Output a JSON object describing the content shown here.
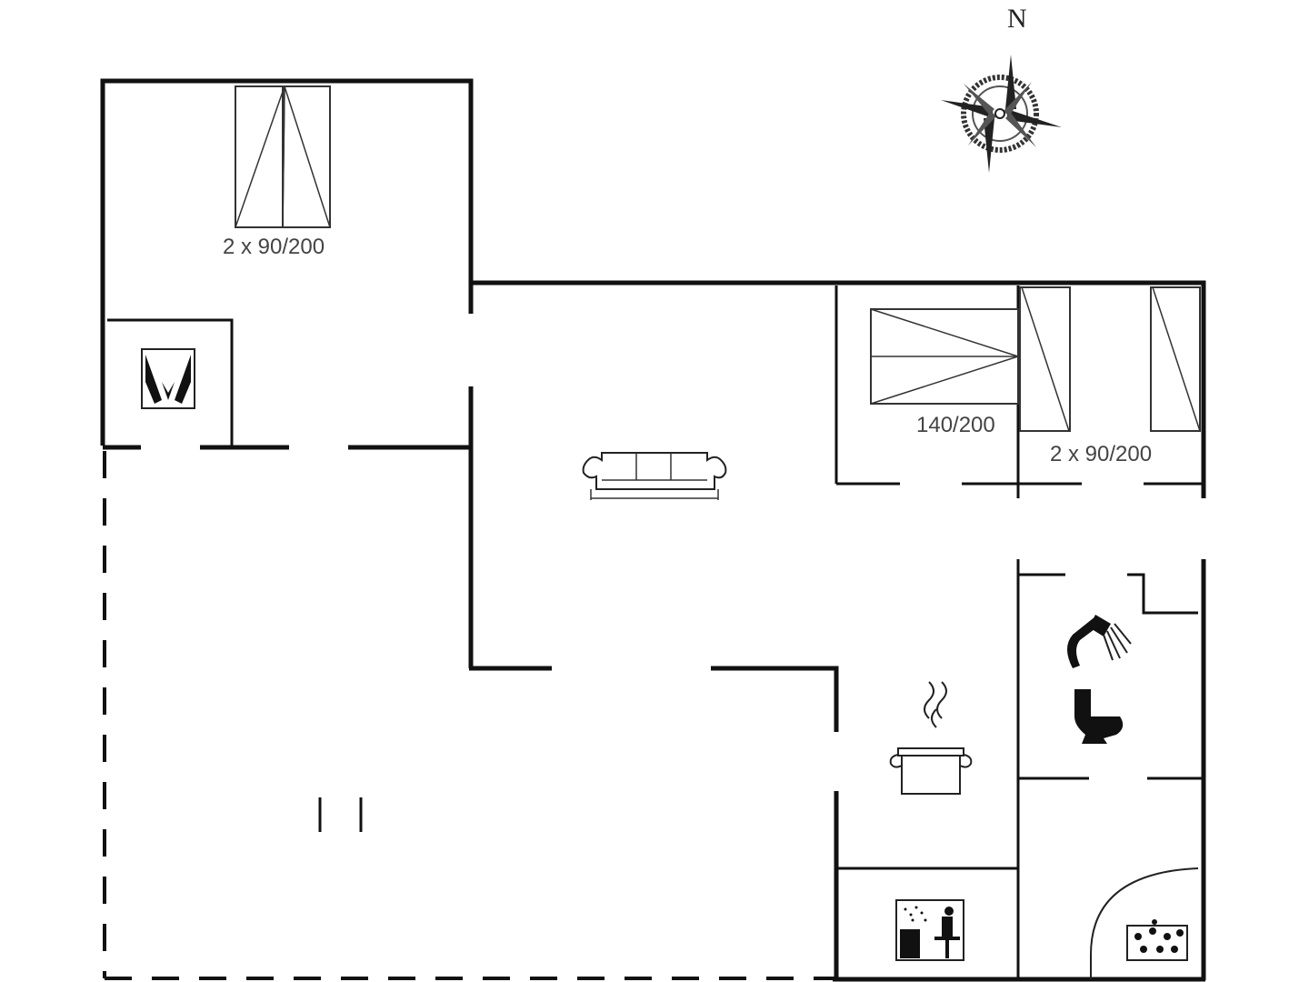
{
  "compass": {
    "north_label": "N"
  },
  "labels": {
    "bed_top": "2 x 90/200",
    "bed_double": "140/200",
    "bed_right": "2 x 90/200"
  },
  "icons": {
    "fireplace": "fireplace-icon",
    "sofa": "sofa-icon",
    "shower": "shower-icon",
    "toilet": "toilet-icon",
    "kitchen": "cooking-pot-icon",
    "sauna": "sauna-icon",
    "whirlpool": "whirlpool-icon",
    "compass": "compass-rose-icon"
  }
}
